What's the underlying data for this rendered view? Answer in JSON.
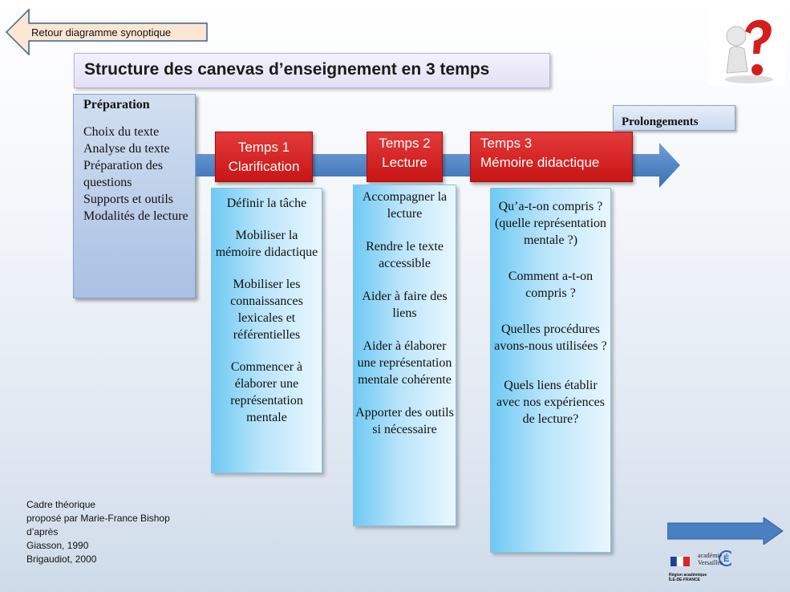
{
  "nav": {
    "back_label": "Retour diagramme synoptique"
  },
  "title": "Structure des canevas d’enseignement en 3 temps",
  "preparation": {
    "title": "Préparation",
    "items": [
      "Choix du texte",
      "Analyse du texte",
      "Préparation des questions",
      "Supports et outils",
      "Modalités de lecture"
    ]
  },
  "temps": [
    {
      "line1": "Temps 1",
      "line2": "Clarification"
    },
    {
      "line1": "Temps 2",
      "line2": "Lecture"
    },
    {
      "line1": "Temps 3",
      "line2": "Mémoire didactique"
    }
  ],
  "prolongements": "Prolongements",
  "columns": {
    "col1": [
      "Définir la tâche",
      "Mobiliser la mémoire didactique",
      "Mobiliser les connaissances lexicales et référentielles",
      "Commencer à élaborer une représentation mentale"
    ],
    "col2": [
      "Accompagner la lecture",
      "Rendre le texte accessible",
      "Aider à faire des liens",
      "Aider à élaborer une représentation mentale cohérente",
      "Apporter des outils si nécessaire"
    ],
    "col3": [
      "Qu’a-t-on compris ? (quelle représentation mentale ?)",
      "Comment a-t-on compris ?",
      "Quelles procédures avons-nous utilisées ?",
      "Quels liens établir avec nos expériences de lecture?"
    ]
  },
  "footer": {
    "lines": [
      "Cadre théorique",
      "proposé par Marie-France Bishop",
      "d’après",
      "Giasson, 1990",
      "Brigaudiot, 2000"
    ]
  },
  "logo": {
    "region_line1": "Région académique",
    "region_line2": "ÎLE-DE-FRANCE",
    "academie_line1": "académie",
    "academie_line2": "Versailles"
  },
  "colors": {
    "temps_red": "#d42424",
    "arrow_blue": "#4a7fc1",
    "prep_blue": "#b7cbe8",
    "column_cyan": "#8fd3f5"
  },
  "icons": {
    "help": "person-with-question-mark-icon",
    "next": "right-arrow-icon",
    "back": "left-arrow-icon"
  }
}
